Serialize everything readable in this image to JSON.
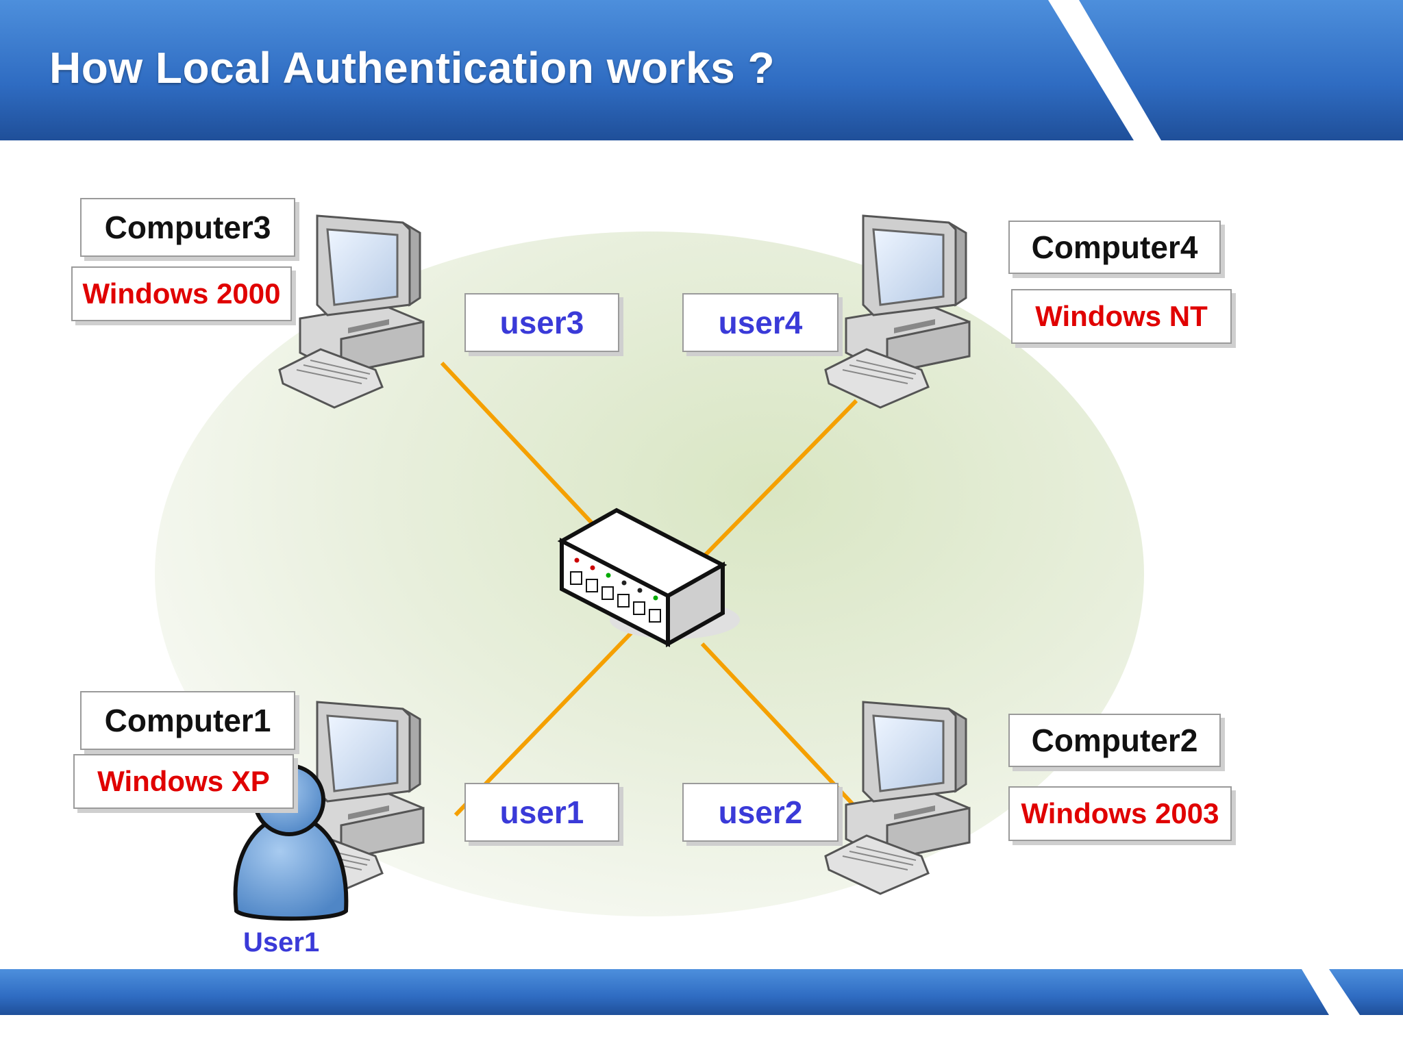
{
  "title": "How Local Authentication works ?",
  "colors": {
    "banner": "#2f6cc2",
    "cable": "#f5a000",
    "os_text": "#e00000",
    "user_text": "#3a3ad8"
  },
  "computers": [
    {
      "name": "Computer3",
      "os": "Windows 2000",
      "user": "user3"
    },
    {
      "name": "Computer4",
      "os": "Windows NT",
      "user": "user4"
    },
    {
      "name": "Computer1",
      "os": "Windows XP",
      "user": "user1"
    },
    {
      "name": "Computer2",
      "os": "Windows 2003",
      "user": "user2"
    }
  ],
  "person": {
    "label": "User1",
    "icon": "person-icon"
  },
  "hub": {
    "icon": "network-switch-icon"
  }
}
